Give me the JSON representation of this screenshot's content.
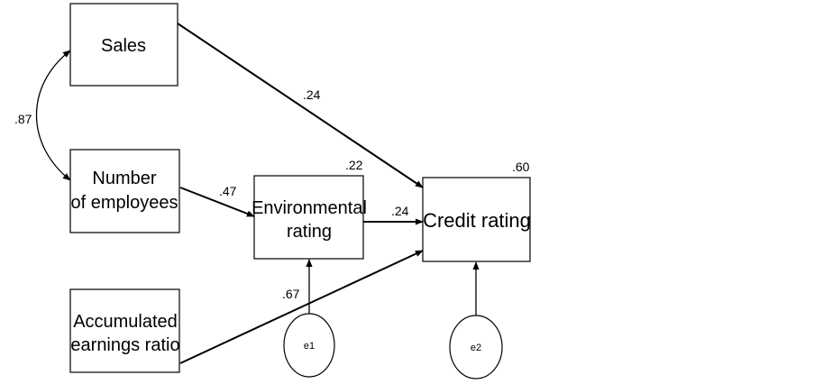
{
  "nodes": {
    "sales": {
      "lines": [
        "Sales"
      ]
    },
    "employees": {
      "lines": [
        "Number",
        "of employees"
      ]
    },
    "earnings": {
      "lines": [
        "Accumulated",
        "earnings ratio"
      ]
    },
    "env": {
      "lines": [
        "Environmental",
        "rating"
      ],
      "r2": ".22"
    },
    "credit": {
      "lines": [
        "Credit rating"
      ],
      "r2": ".60"
    },
    "e1": {
      "label": "e1"
    },
    "e2": {
      "label": "e2"
    }
  },
  "paths": {
    "sales_employees_cov": ".87",
    "sales_to_credit": ".24",
    "employees_to_env": ".47",
    "env_to_credit": ".24",
    "earnings_to_credit": ".67"
  }
}
